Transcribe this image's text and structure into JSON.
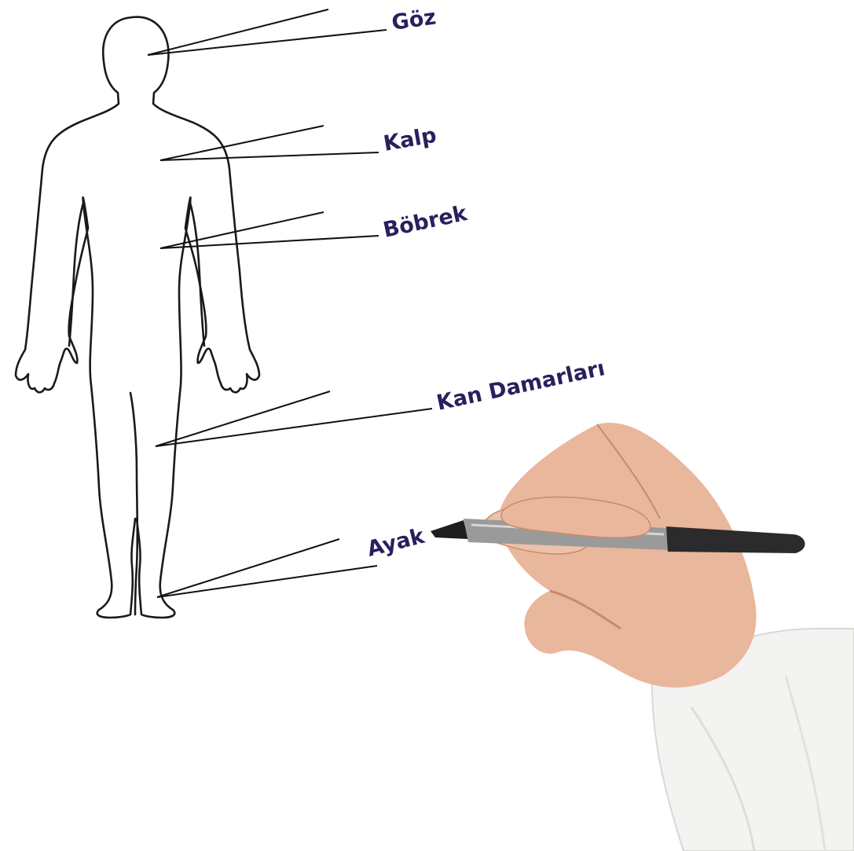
{
  "labels": {
    "eye": "Göz",
    "heart": "Kalp",
    "kidney": "Böbrek",
    "blood_vessels": "Kan Damarları",
    "foot": "Ayak"
  },
  "colors": {
    "label_text": "#2a1f5e",
    "outline": "#1a1a1a",
    "skin": "#e9b79c",
    "skin_shadow": "#c98a6c",
    "sleeve": "#f3f3f1",
    "pen_body": "#2b2b2b",
    "pen_grip": "#9a9a9a"
  }
}
